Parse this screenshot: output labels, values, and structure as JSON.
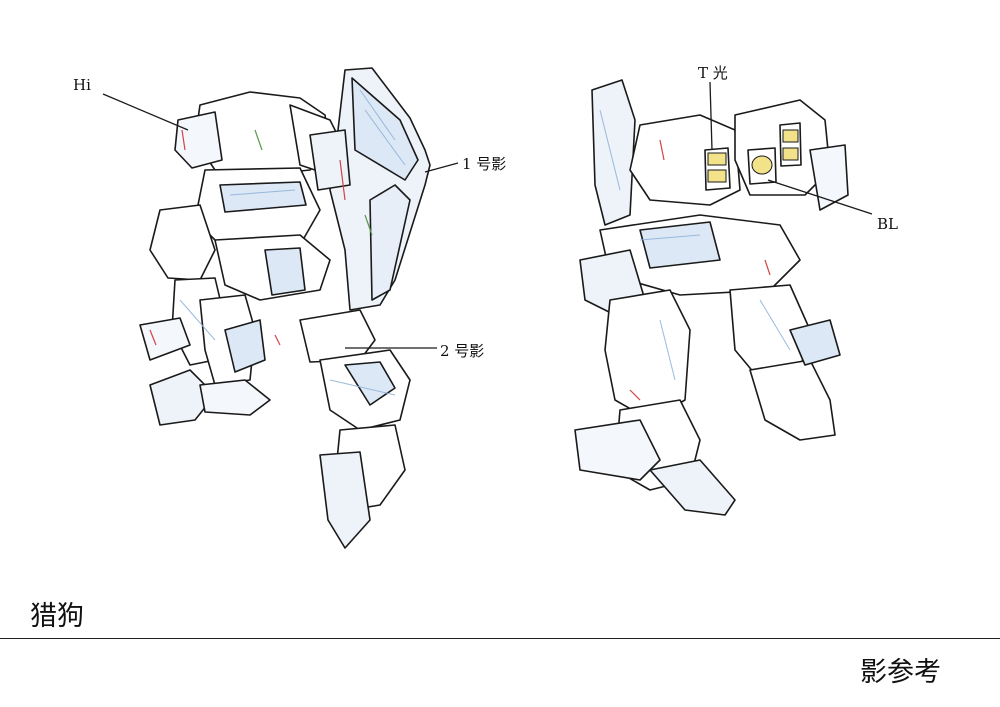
{
  "sheet": {
    "title": "猎狗",
    "subtitle": "影参考"
  },
  "callouts": {
    "hi": "Hi",
    "shadow1": "1 号影",
    "shadow2": "2 号影",
    "tlight": "T 光",
    "bl": "BL"
  },
  "colors": {
    "ink": "#1a1a1a",
    "shadow_blue": "#8fb3da",
    "accent_red": "#d04545",
    "accent_green": "#5a9a4a",
    "light_yellow": "#f2e38a"
  }
}
